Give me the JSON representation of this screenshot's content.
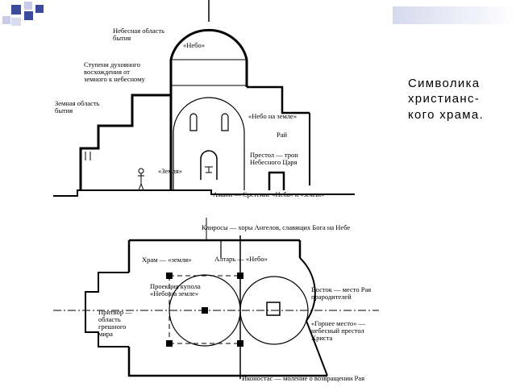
{
  "slide": {
    "title_lines": [
      "Символика",
      "христианс-",
      "кого храма."
    ],
    "colors": {
      "dark_square": "#3b4a9a",
      "light_square": "#c8cce6",
      "gradient_start": "#d6d9ee",
      "gradient_end": "#ffffff"
    }
  },
  "elevation": {
    "labels": {
      "heaven_realm": "Небесная область\nбытия",
      "heaven": "«Небо»",
      "steps": "Ступени духовного\nвосхождения от\nземного к небесному",
      "earth_realm": "Земная область\nбытия",
      "heaven_on_earth": "«Небо на земле»",
      "paradise": "Рай",
      "throne": "Престол — трон\nНебесного Царя",
      "earth": "«Земля»",
      "ambo": "Амвон — Сретение «Неба» и «земли»"
    }
  },
  "plan": {
    "labels": {
      "kliros": "Клиросы — хоры Ангелов, славящих Бога на Небе",
      "temple": "Храм — «земля»",
      "altar": "Алтарь — «Небо»",
      "dome_projection": "Проекция купола\n«Небо на земле»",
      "east": "Восток — место Рая\nпрародителей",
      "narthex": "Притвор —\nобласть\nгрешного\nмира",
      "high_place": "«Горнее место» —\nнебесный престол\nХриста",
      "iconostasis": "Иконостас — моление о возвращении Рая"
    }
  }
}
